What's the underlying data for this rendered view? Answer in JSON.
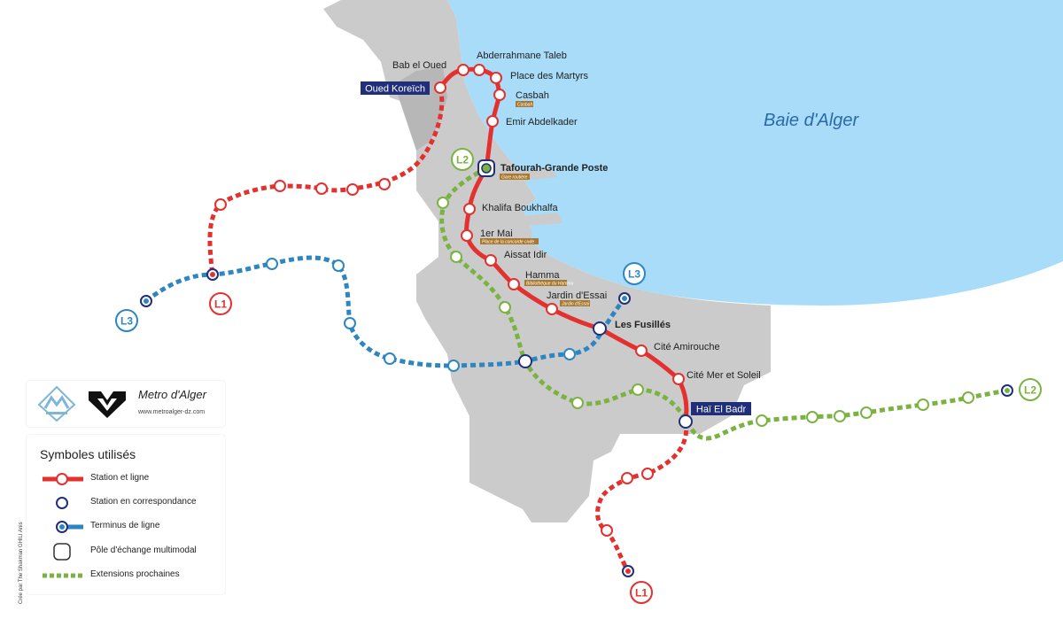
{
  "map": {
    "bay_label": "Baie d'Alger",
    "credit": "Crée par The Shakman GHILI Anis",
    "colors": {
      "sea": "#a8dcf8",
      "land": "#cbcbcb",
      "land_dark": "#b7b7b7",
      "line_l1": "#e3312f",
      "line_l2": "#7bb342",
      "line_l3": "#2e86c1",
      "interchange": "#1f2f7a",
      "sublabel_bg": "#a8792f"
    },
    "line_badges": {
      "l1_top": "L1",
      "l1_bottom": "L1",
      "l2_top": "L2",
      "l2_right": "L2",
      "l3_left": "L3",
      "l3_right": "L3"
    },
    "termini": {
      "oued_koreich": "Oued Koreïch",
      "hai_el_badr": "Haï El Badr"
    },
    "stations": {
      "bab_el_oued": "Bab el Oued",
      "abderrahmane_taleb": "Abderrahmane Taleb",
      "place_des_martyrs": "Place des Martyrs",
      "casbah": "Casbah",
      "casbah_sub": "Casbah",
      "emir_abdelkader": "Emir Abdelkader",
      "tafourah": "Tafourah-Grande Poste",
      "tafourah_sub": "Gare routière",
      "khalifa": "Khalifa Boukhalfa",
      "premier_mai": "1er Mai",
      "premier_mai_sub": "Place de la concorde civile",
      "aissat_idir": "Aissat Idir",
      "hamma": "Hamma",
      "hamma_sub": "Bibliothèque du Hamma",
      "jardin_essai": "Jardin d'Essai",
      "jardin_sub": "Jardin d'Essai",
      "les_fusilles": "Les Fusillés",
      "cite_amirouche": "Cité Amirouche",
      "cite_mer_soleil": "Cité Mer et Soleil"
    }
  },
  "brand": {
    "title": "Metro d'Alger",
    "url": "www.metroalger-dz.com"
  },
  "legend": {
    "title": "Symboles utilisés",
    "items": [
      {
        "icon": "red-line-station-icon",
        "label": "Station et ligne"
      },
      {
        "icon": "interchange-station-icon",
        "label": "Station en correspondance"
      },
      {
        "icon": "line-terminus-icon",
        "label": "Terminus de ligne"
      },
      {
        "icon": "multimodal-hub-icon",
        "label": "Pôle d'échange multimodal"
      },
      {
        "icon": "green-extension-line-icon",
        "label": "Extensions prochaines"
      }
    ]
  }
}
